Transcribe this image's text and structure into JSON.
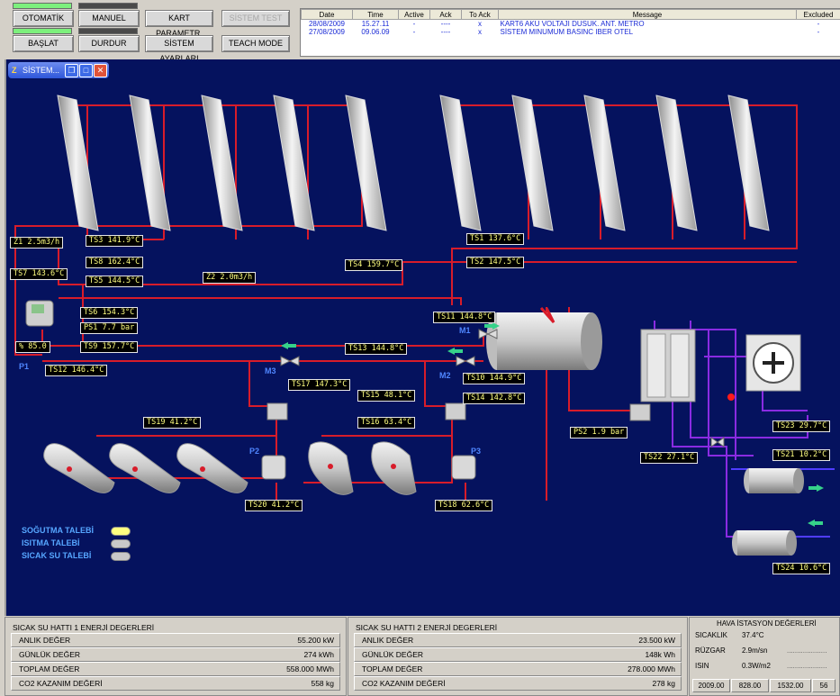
{
  "toolbar": {
    "otomatik": "OTOMATİK",
    "manuel": "MANUEL",
    "kart_parametr": "KART PARAMETR.",
    "sistem_test": "SİSTEM TEST",
    "baslat": "BAŞLAT",
    "durdur": "DURDUR",
    "sistem_ayarlari": "SİSTEM AYARLARI",
    "teach_mode": "TEACH MODE",
    "colors": {
      "green_indicator": "#7df07d",
      "dark_indicator": "#4a4a4a"
    }
  },
  "alarm_table": {
    "headers": [
      "Date",
      "Time",
      "Active",
      "Ack",
      "To Ack",
      "Message",
      "Excluded"
    ],
    "rows": [
      {
        "date": "28/08/2009",
        "time": "15.27.11",
        "active": "-",
        "ack": "----",
        "to_ack": "x",
        "message": "KART6 AKU VOLTAJI DUSUK. ANT. METRO",
        "excluded": "-"
      },
      {
        "date": "27/08/2009",
        "time": "09.06.09",
        "active": "-",
        "ack": "----",
        "to_ack": "x",
        "message": "SİSTEM MINUMUM BASINC  IBER OTEL",
        "excluded": "-"
      }
    ]
  },
  "window": {
    "title": "SİSTEM..."
  },
  "sensors": {
    "z1": "Z1   2.5m3/h",
    "ts3": "TS3   141.9°C",
    "ts1": "TS1   137.6°C",
    "ts8": "TS8   162.4°C",
    "ts4": "TS4   159.7°C",
    "ts2": "TS2   147.5°C",
    "ts7": "TS7   143.6°C",
    "z2": "Z2   2.0m3/h",
    "ts5": "TS5   144.5°C",
    "ts6": "TS6   154.3°C",
    "ps1": "PS1    7.7 bar",
    "percent": "%    85.0",
    "ts9": "TS9   157.7°C",
    "ts13": "TS13  144.8°C",
    "ts11": "TS11  144.8°C",
    "ts12": "TS12  146.4°C",
    "ts17": "TS17  147.3°C",
    "ts10": "TS10  144.9°C",
    "ts15": "TS15   48.1°C",
    "ts14": "TS14  142.8°C",
    "ts19": "TS19   41.2°C",
    "ts16": "TS16   63.4°C",
    "ps2": "PS2     1.9 bar",
    "ts23": "TS23   29.7°C",
    "ts22": "TS22   27.1°C",
    "ts21": "TS21   10.2°C",
    "ts20": "TS20   41.2°C",
    "ts18": "TS18   62.6°C",
    "ts24": "TS24   10.6°C"
  },
  "components": {
    "p1": "P1",
    "p2": "P2",
    "p3": "P3",
    "m1": "M1",
    "m2": "M2",
    "m3": "M3"
  },
  "demands": {
    "sogutma": "SOĞUTMA TALEBİ",
    "isitma": "ISITMA TALEBİ",
    "sicak_su": "SICAK SU TALEBİ",
    "colors": {
      "sogutma": "#ffff80",
      "isitma": "#c8c8c8",
      "sicak_su": "#c8c8c8"
    }
  },
  "energy1": {
    "title": "SICAK SU HATTI 1 ENERJİ DEGERLERİ",
    "rows": [
      {
        "label": "ANLIK DEĞER",
        "value": "55.200 kW"
      },
      {
        "label": "GÜNLÜK DEĞER",
        "value": "274 kWh"
      },
      {
        "label": "TOPLAM DEĞER",
        "value": "558.000 MWh"
      },
      {
        "label": "CO2 KAZANIM DEĞERİ",
        "value": "558 kg"
      }
    ]
  },
  "energy2": {
    "title": "SICAK SU HATTI 2 ENERJİ DEGERLERİ",
    "rows": [
      {
        "label": "ANLIK DEĞER",
        "value": "23.500 kW"
      },
      {
        "label": "GÜNLÜK DEĞER",
        "value": "148k Wh"
      },
      {
        "label": "TOPLAM DEĞER",
        "value": "278.000 MWh"
      },
      {
        "label": "CO2 KAZANIM DEĞERİ",
        "value": "278 kg"
      }
    ]
  },
  "weather": {
    "title": "HAVA İSTASYON DEĞERLERİ",
    "sicaklik_label": "SICAKLIK",
    "sicaklik_value": "37.4°C",
    "ruzgar_label": "RÜZGAR",
    "ruzgar_value": "2.9m/sn",
    "ruzgar_extra": "....................",
    "isin_label": "ISIN",
    "isin_value": "0.3W/m2",
    "isin_extra": "....................",
    "footer": [
      "2009.00",
      "828.00",
      "1532.00",
      "56"
    ]
  },
  "pipe_colors": {
    "hot": "#d81c2a",
    "cold": "#8a2be2",
    "chilled": "#4f3cff"
  }
}
